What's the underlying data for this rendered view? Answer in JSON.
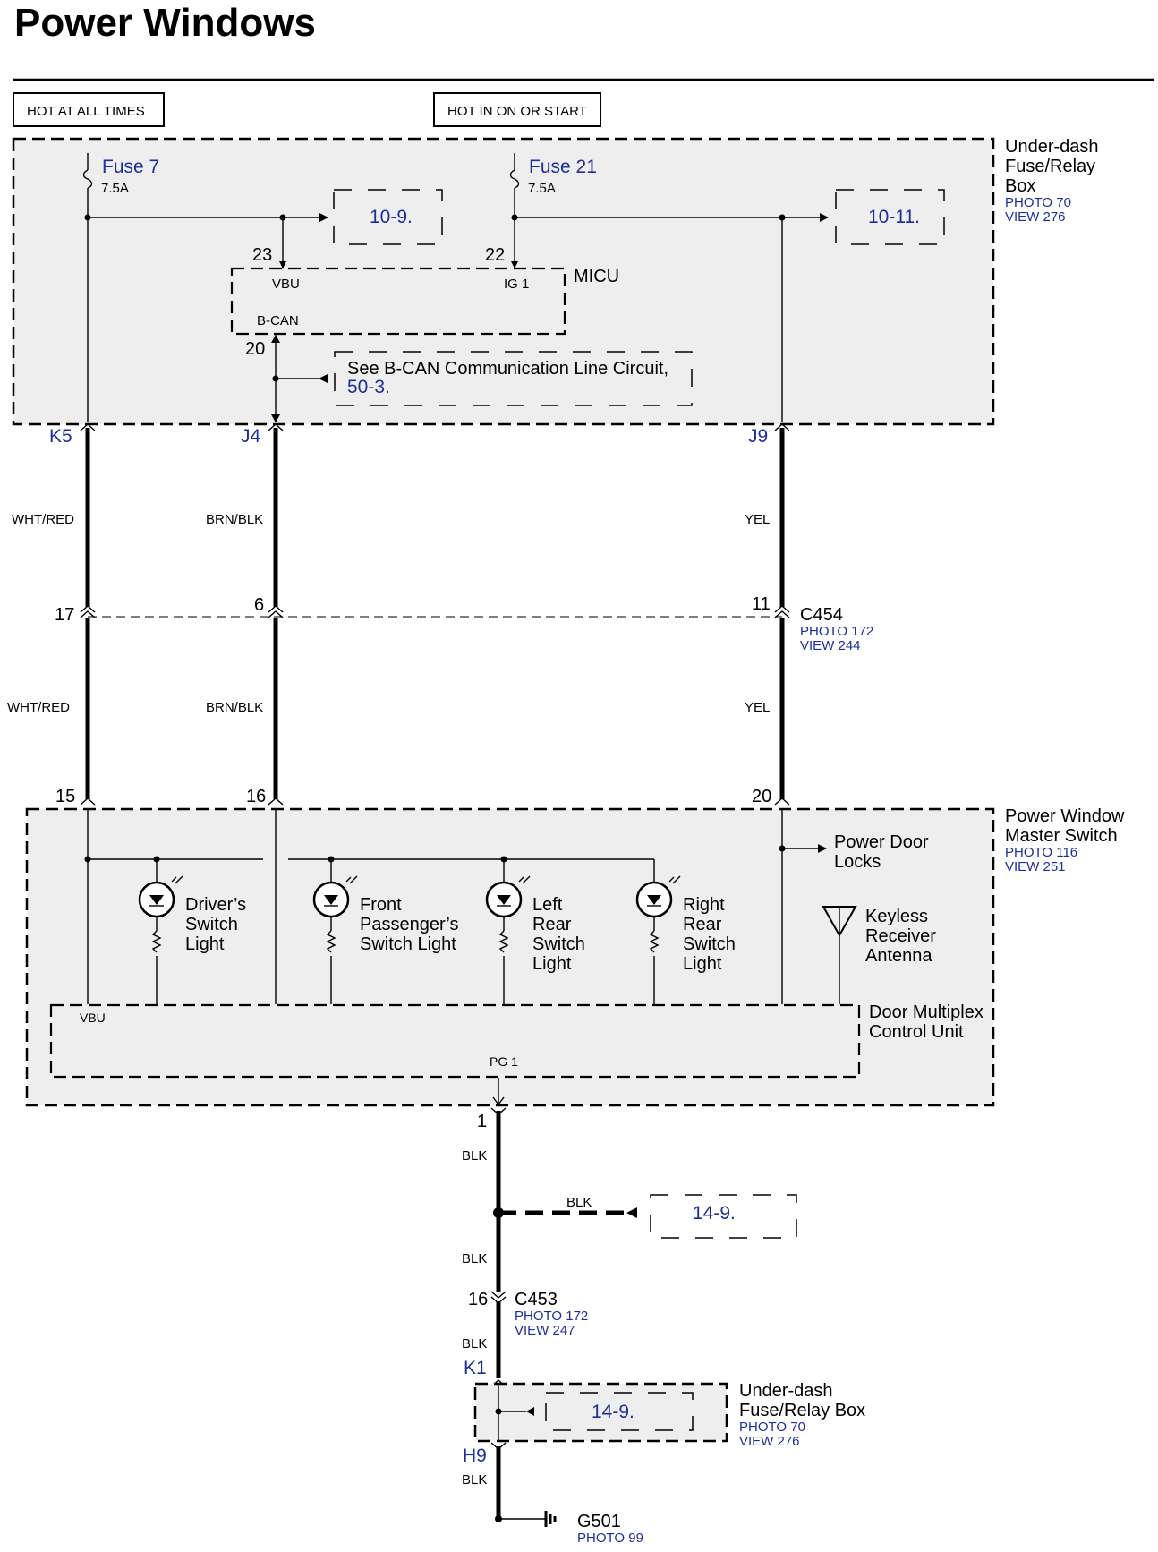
{
  "title": "Power Windows",
  "sources": {
    "hot_at_all_times": "HOT AT ALL TIMES",
    "hot_in_on_or_start": "HOT IN ON OR START"
  },
  "underdash_top": {
    "name_line1": "Under-dash",
    "name_line2": "Fuse/Relay",
    "name_line3": "Box",
    "photo": "PHOTO 70",
    "view": "VIEW 276"
  },
  "fuse7": {
    "name": "Fuse 7",
    "rating": "7.5A"
  },
  "fuse21": {
    "name": "Fuse 21",
    "rating": "7.5A"
  },
  "refs": {
    "r10_9": "10-9.",
    "r10_11": "10-11.",
    "bcan_line1": "See B-CAN Communication Line Circuit,",
    "bcan_ref": "50-3.",
    "r14_9_a": "14-9.",
    "r14_9_b": "14-9."
  },
  "micu": {
    "name": "MICU",
    "vbu": "VBU",
    "ig1": "IG 1",
    "bcan": "B-CAN",
    "pin23": "23",
    "pin22": "22",
    "pin20": "20"
  },
  "terminals_top": {
    "k5": "K5",
    "j4": "J4",
    "j9": "J9"
  },
  "wires": {
    "wht_red": "WHT/RED",
    "brn_blk": "BRN/BLK",
    "yel": "YEL",
    "blk": "BLK"
  },
  "c454": {
    "name": "C454",
    "photo": "PHOTO 172",
    "view": "VIEW 244",
    "pin17": "17",
    "pin6": "6",
    "pin11": "11"
  },
  "master_switch": {
    "name_line1": "Power Window",
    "name_line2": "Master Switch",
    "photo": "PHOTO 116",
    "view": "VIEW 251",
    "pin15": "15",
    "pin16": "16",
    "pin20": "20",
    "power_door_locks_line1": "Power Door",
    "power_door_locks_line2": "Locks",
    "drivers_line1": "Driver’s",
    "drivers_line2": "Switch",
    "drivers_line3": "Light",
    "front_line1": "Front",
    "front_line2": "Passenger’s",
    "front_line3": "Switch Light",
    "left_line1": "Left",
    "left_line2": "Rear",
    "left_line3": "Switch",
    "left_line4": "Light",
    "right_line1": "Right",
    "right_line2": "Rear",
    "right_line3": "Switch",
    "right_line4": "Light",
    "keyless_line1": "Keyless",
    "keyless_line2": "Receiver",
    "keyless_line3": "Antenna",
    "dmcu_line1": "Door Multiplex",
    "dmcu_line2": "Control Unit",
    "vbu": "VBU",
    "pg1": "PG 1",
    "pin1": "1"
  },
  "c453": {
    "name": "C453",
    "photo": "PHOTO 172",
    "view": "VIEW 247",
    "pin16": "16"
  },
  "underdash_bottom": {
    "name_line1": "Under-dash",
    "name_line2": "Fuse/Relay Box",
    "photo": "PHOTO 70",
    "view": "VIEW 276",
    "k1": "K1",
    "h9": "H9"
  },
  "ground": {
    "name": "G501",
    "photo": "PHOTO 99"
  }
}
